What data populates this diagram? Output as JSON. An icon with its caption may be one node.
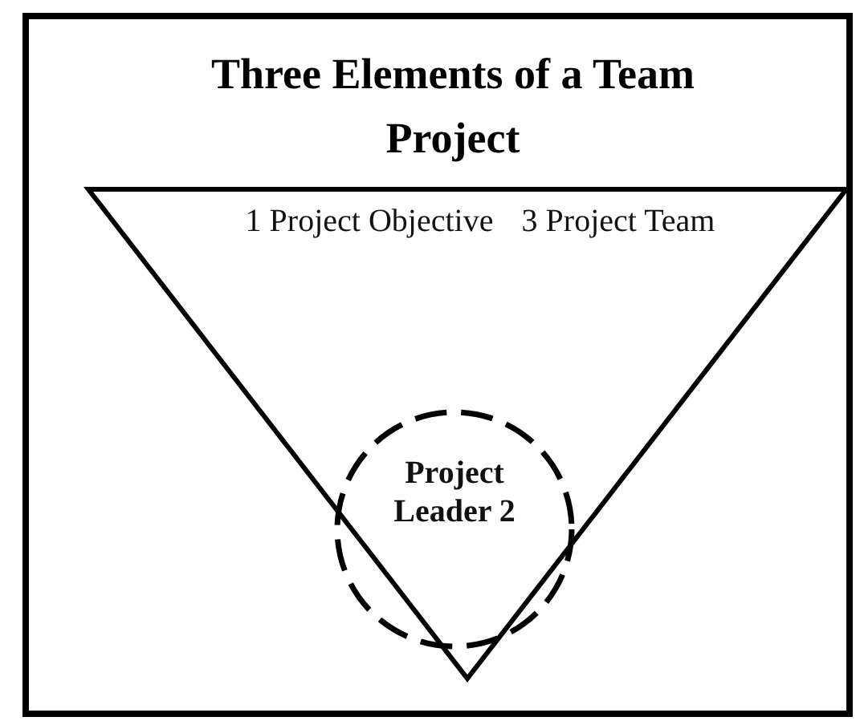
{
  "diagram": {
    "title": "Three Elements of a Team Project",
    "nodes": [
      {
        "text": [
          "1 Project Objective",
          "3 Project Team"
        ]
      },
      {
        "text": [
          "Project Leader 2"
        ],
        "in": 0
      }
    ]
  }
}
